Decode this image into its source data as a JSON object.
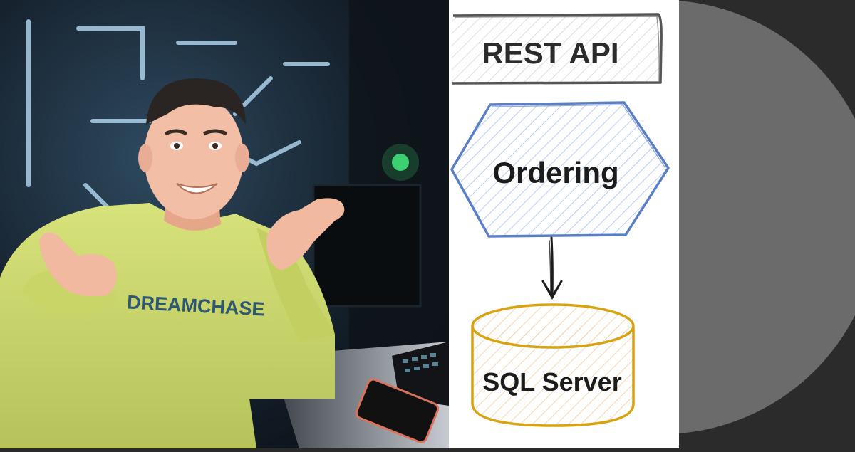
{
  "diagram": {
    "nodes": [
      {
        "id": "rest_api",
        "label": "REST API",
        "shape": "rectangle",
        "color": "#555555"
      },
      {
        "id": "ordering",
        "label": "Ordering",
        "shape": "hexagon",
        "color": "#5b7fc7"
      },
      {
        "id": "sql_server",
        "label": "SQL Server",
        "shape": "cylinder",
        "color": "#d9a30f"
      }
    ],
    "edges": [
      {
        "from": "ordering",
        "to": "sql_server",
        "style": "arrow"
      }
    ]
  },
  "photo": {
    "shirt_text": "DREAMCHASE"
  },
  "colors": {
    "panel_bg": "#ffffff",
    "outer_bg": "#2b2b2b",
    "deco_circle": "#6b6b6b"
  }
}
